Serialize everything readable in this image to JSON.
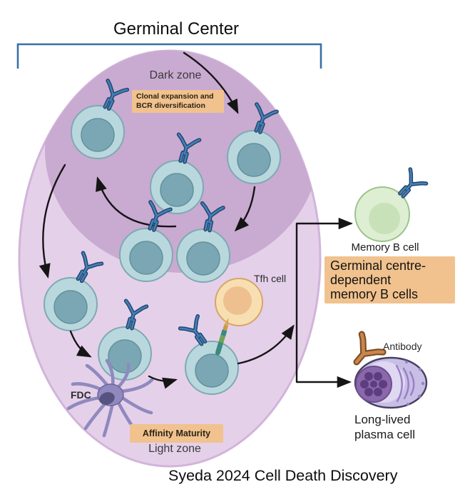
{
  "title": "Germinal Center",
  "citation": "Syeda 2024 Cell Death Discovery",
  "labels": {
    "dark_zone": "Dark zone",
    "light_zone": "Light zone",
    "tfh": "Tfh cell",
    "fdc": "FDC",
    "memory_b": "Memory B cell",
    "antibody": "Antibody",
    "plasma": "Long-lived\nplasma cell"
  },
  "callouts": {
    "clonal_expansion": "Clonal expansion and\nBCR diversification",
    "affinity_maturity": "Affinity Maturity",
    "gc_dependent_memory": "Germinal centre-\ndependent\nmemory B cells"
  },
  "colors": {
    "callout_bg": "#f1c28e",
    "bracket_blue": "#3a6fa4",
    "light_zone_fill": "#e5d0ea",
    "dark_zone_fill": "#c9aad1",
    "b_cell_fill": "#b9d8dd",
    "b_cell_nucleus": "#7aa7b3",
    "bcr_blue": "#4381ba",
    "tfh_fill": "#f8dfb1",
    "memory_b_fill": "#ddeed3",
    "plasma_fill": "#c7bfe6",
    "fdc_fill": "#8f89be",
    "antibody_orange": "#c8864f",
    "arrow_black": "#151515"
  }
}
